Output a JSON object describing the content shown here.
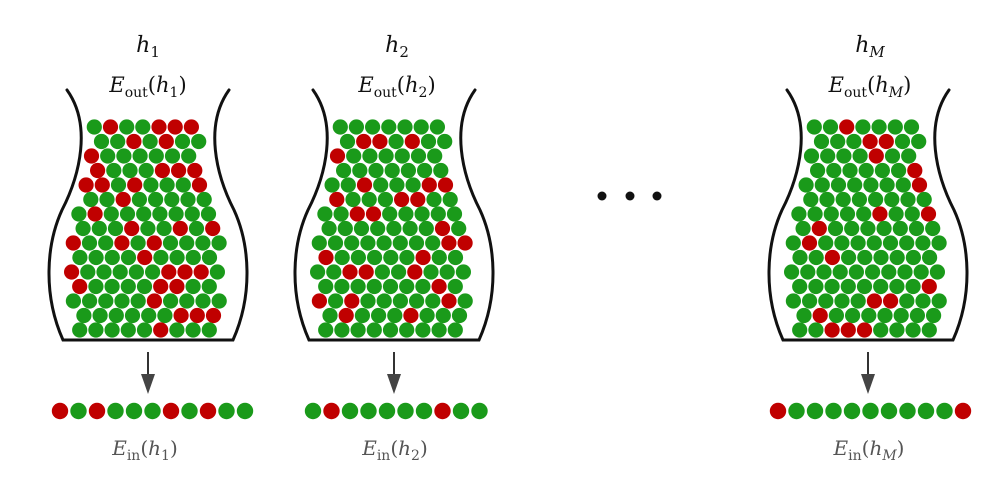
{
  "colors": {
    "green": "#1a9a1a",
    "red": "#c00000",
    "outline": "#111111"
  },
  "ellipsis": "• • •",
  "bins": [
    {
      "hypothesis": {
        "main": "h",
        "sub": "1"
      },
      "eout": {
        "main": "E",
        "sub": "out",
        "arg_main": "h",
        "arg_sub": "1"
      },
      "ein": {
        "main": "E",
        "sub": "in",
        "arg_main": "h",
        "arg_sub": "1"
      },
      "sample": [
        "red",
        "green",
        "red",
        "green",
        "green",
        "green",
        "red",
        "green",
        "red",
        "green",
        "green"
      ]
    },
    {
      "hypothesis": {
        "main": "h",
        "sub": "2"
      },
      "eout": {
        "main": "E",
        "sub": "out",
        "arg_main": "h",
        "arg_sub": "2"
      },
      "ein": {
        "main": "E",
        "sub": "in",
        "arg_main": "h",
        "arg_sub": "2"
      },
      "sample": [
        "green",
        "red",
        "green",
        "green",
        "green",
        "green",
        "green",
        "red",
        "green",
        "green"
      ]
    },
    {
      "hypothesis": {
        "main": "h",
        "sub": "M"
      },
      "eout": {
        "main": "E",
        "sub": "out",
        "arg_main": "h",
        "arg_sub": "M"
      },
      "ein": {
        "main": "E",
        "sub": "in",
        "arg_main": "h",
        "arg_sub": "M"
      },
      "sample": [
        "red",
        "green",
        "green",
        "green",
        "green",
        "green",
        "green",
        "green",
        "green",
        "green",
        "red"
      ]
    }
  ]
}
